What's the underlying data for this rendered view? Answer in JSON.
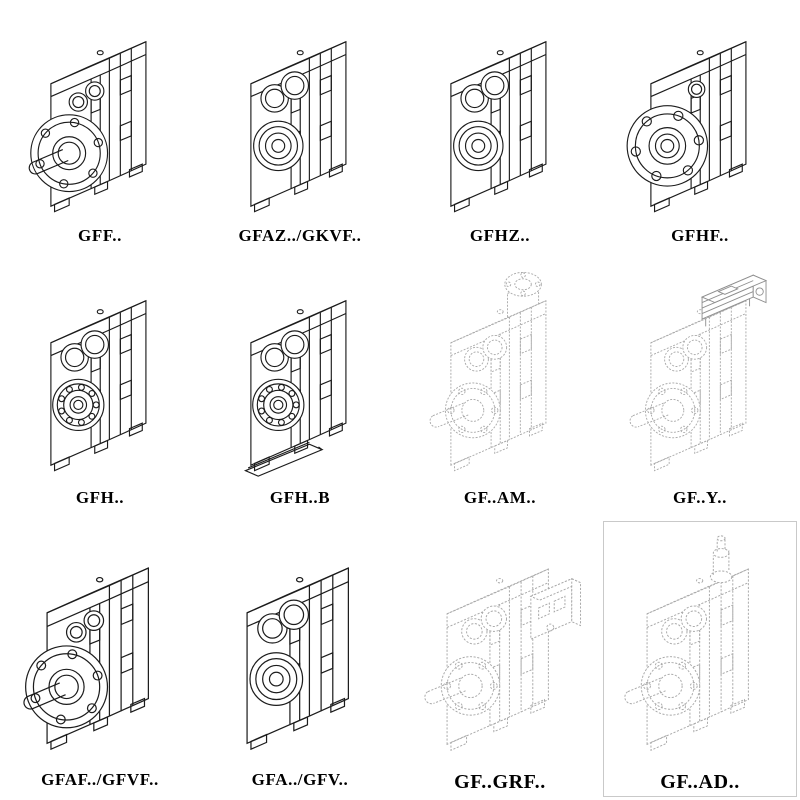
{
  "page": {
    "title": "Gear reducer model range",
    "background": "#ffffff"
  },
  "catalog": {
    "columns": 4,
    "rows": 3,
    "line_colors": {
      "solid": "#1c1c1c",
      "ghost": "#a9a9a9",
      "motor": "#8f8f8f"
    },
    "items": [
      {
        "label": "GFF..",
        "drawing": "flange-output-gearbox"
      },
      {
        "label": "GFAZ../GKVF..",
        "drawing": "hollow-shaft-gearbox"
      },
      {
        "label": "GFHZ..",
        "drawing": "hollow-shaft-gearbox"
      },
      {
        "label": "GFHF..",
        "drawing": "flange-hollow-shaft-gearbox"
      },
      {
        "label": "GFH..",
        "drawing": "shaft-mounted-gearbox-bearing"
      },
      {
        "label": "GFH..B",
        "drawing": "shaft-mounted-gearbox-bearing-base"
      },
      {
        "label": "GF..AM..",
        "drawing": "gearbox-with-iec-adapter-flange"
      },
      {
        "label": "GF..Y..",
        "drawing": "gearbox-with-mounted-motor"
      },
      {
        "label": "GFAF../GFVF..",
        "drawing": "flange-output-gearbox"
      },
      {
        "label": "GFA../GFV..",
        "drawing": "hollow-shaft-gearbox"
      },
      {
        "label": "GF..GRF..",
        "drawing": "gearbox-with-primary-reducer"
      },
      {
        "label": "GF..AD..",
        "drawing": "gearbox-with-input-shaft-adapter"
      }
    ]
  }
}
